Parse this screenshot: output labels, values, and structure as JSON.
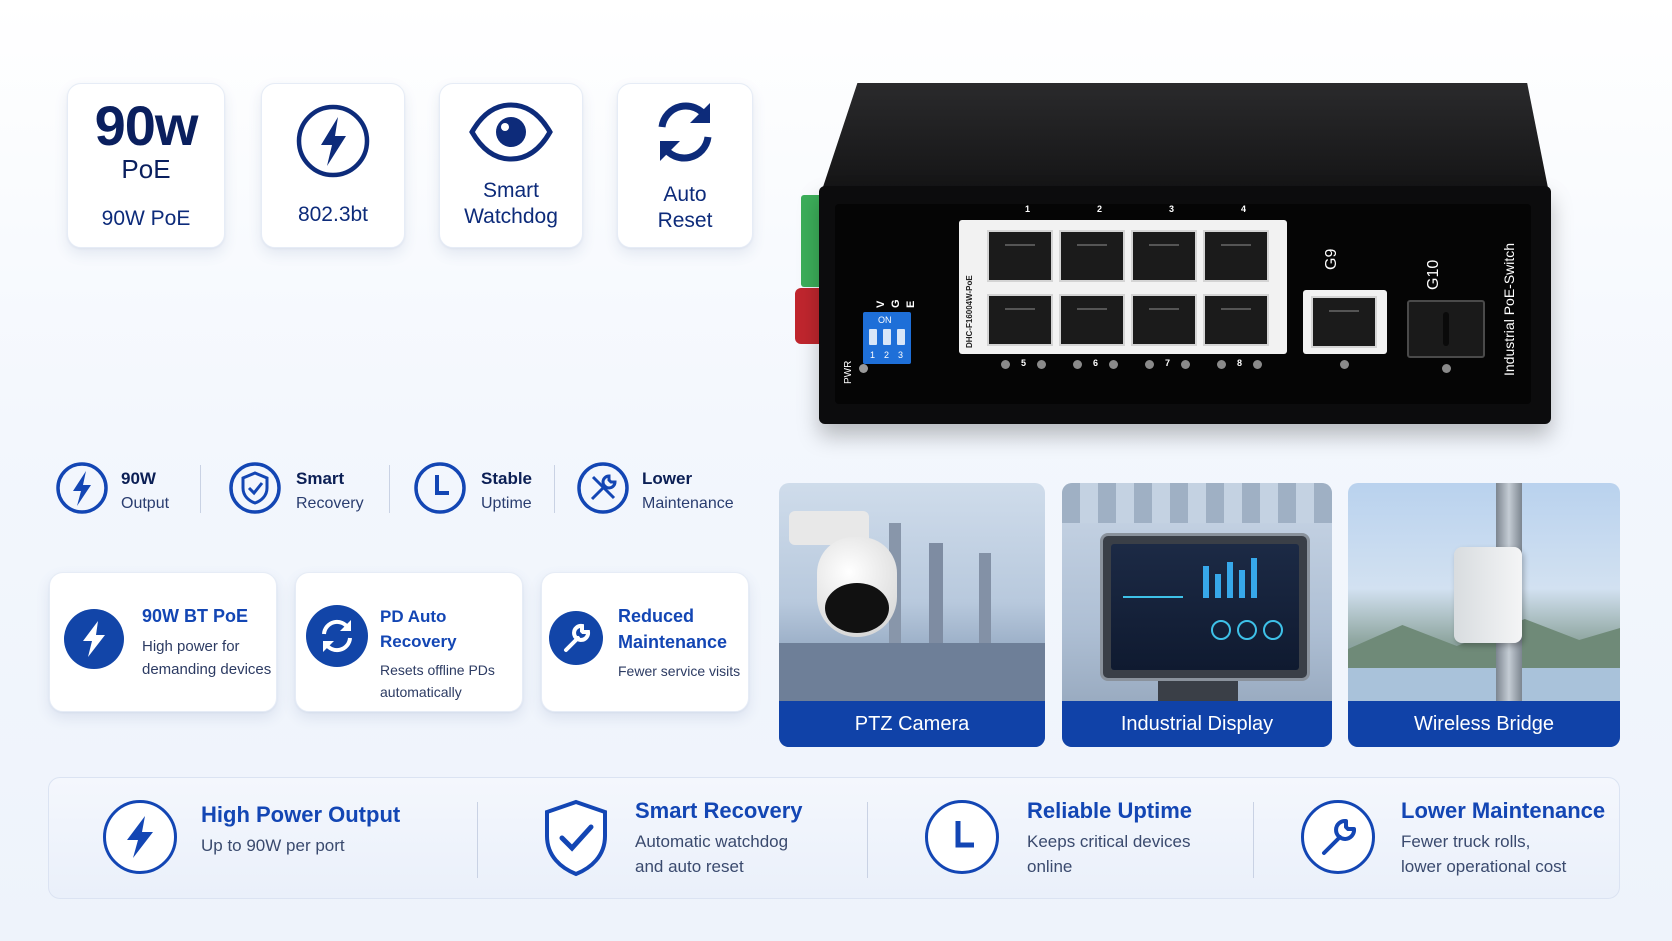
{
  "colors": {
    "navy": "#0a1f5e",
    "accent_blue": "#1346b4",
    "caption_blue": "#1042a8"
  },
  "top_tiles": [
    {
      "big": "90w",
      "small": "PoE",
      "caption": "90W PoE"
    },
    {
      "icon": "lightning-icon",
      "caption": "802.3bt"
    },
    {
      "icon": "eye-icon",
      "caption_line1": "Smart",
      "caption_line2": "Watchdog"
    },
    {
      "icon": "refresh-icon",
      "caption_line1": "Auto",
      "caption_line2": "Reset"
    }
  ],
  "switch": {
    "side_label": "Industrial PoE-Switch",
    "pwr_label": "PWR",
    "dip_label": "ON",
    "dip_numbers": [
      "1",
      "2",
      "3"
    ],
    "dip_letters": [
      "V",
      "G",
      "E"
    ],
    "model_label": "DHC-F16004W-PoE",
    "top_port_numbers": [
      "1",
      "2",
      "3",
      "4"
    ],
    "bottom_port_numbers": [
      "5",
      "6",
      "7",
      "8"
    ],
    "g9_label": "G9",
    "g10_label": "G10"
  },
  "feature_row": [
    {
      "icon": "lightning-icon",
      "line1": "90W",
      "line2": "Output"
    },
    {
      "icon": "shield-check-icon",
      "line1": "Smart",
      "line2": "Recovery"
    },
    {
      "icon": "clock-icon",
      "line1": "Stable",
      "line2": "Uptime"
    },
    {
      "icon": "tools-icon",
      "line1": "Lower",
      "line2": "Maintenance"
    }
  ],
  "mid_cards": [
    {
      "icon": "lightning-icon",
      "title": "90W BT PoE",
      "sub1": "High power for",
      "sub2": "demanding devices"
    },
    {
      "icon": "refresh-icon",
      "title": "PD Auto Recovery",
      "sub1": "Resets offline PDs",
      "sub2": "automatically"
    },
    {
      "icon": "wrench-icon",
      "title1": "Reduced",
      "title2": "Maintenance",
      "sub1": "Fewer service visits"
    }
  ],
  "photos": [
    {
      "caption": "PTZ Camera"
    },
    {
      "caption": "Industrial Display"
    },
    {
      "caption": "Wireless Bridge"
    }
  ],
  "bottom_bar": [
    {
      "icon": "lightning-icon",
      "title": "High Power Output",
      "sub1": "Up to 90W per port"
    },
    {
      "icon": "shield-check-icon",
      "title": "Smart Recovery",
      "sub1": "Automatic watchdog",
      "sub2": "and auto reset"
    },
    {
      "icon": "clock-icon",
      "title": "Reliable Uptime",
      "sub1": "Keeps critical devices",
      "sub2": "online"
    },
    {
      "icon": "wrench-icon",
      "title": "Lower Maintenance",
      "sub1": "Fewer truck rolls,",
      "sub2": "lower operational cost"
    }
  ]
}
